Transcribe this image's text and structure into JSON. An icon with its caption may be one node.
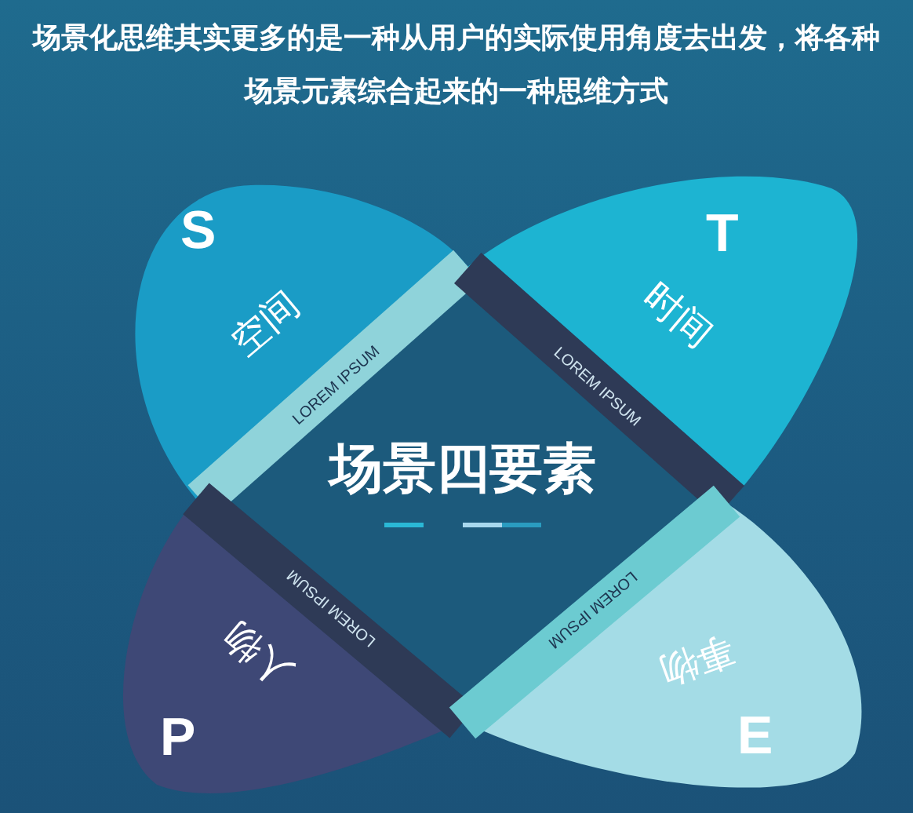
{
  "diagram": {
    "title": "场景化思维其实更多的是一种从用户的实际使用角度去出发，将各种场景元素综合起来的一种思维方式",
    "nodes": [
      {
        "text": [
          "S",
          "空间"
        ]
      },
      {
        "text": [
          "T",
          "时间"
        ]
      },
      {
        "text": [
          "P",
          "人物"
        ]
      },
      {
        "text": [
          "E",
          "事物"
        ]
      },
      {
        "text": [
          "LOREM IPSUM"
        ]
      },
      {
        "text": [
          "LOREM IPSUM"
        ]
      },
      {
        "text": [
          "LOREM IPSUM"
        ]
      },
      {
        "text": [
          "LOREM IPSUM"
        ]
      },
      {
        "text": [
          "场景四要素"
        ]
      }
    ],
    "edges": []
  }
}
